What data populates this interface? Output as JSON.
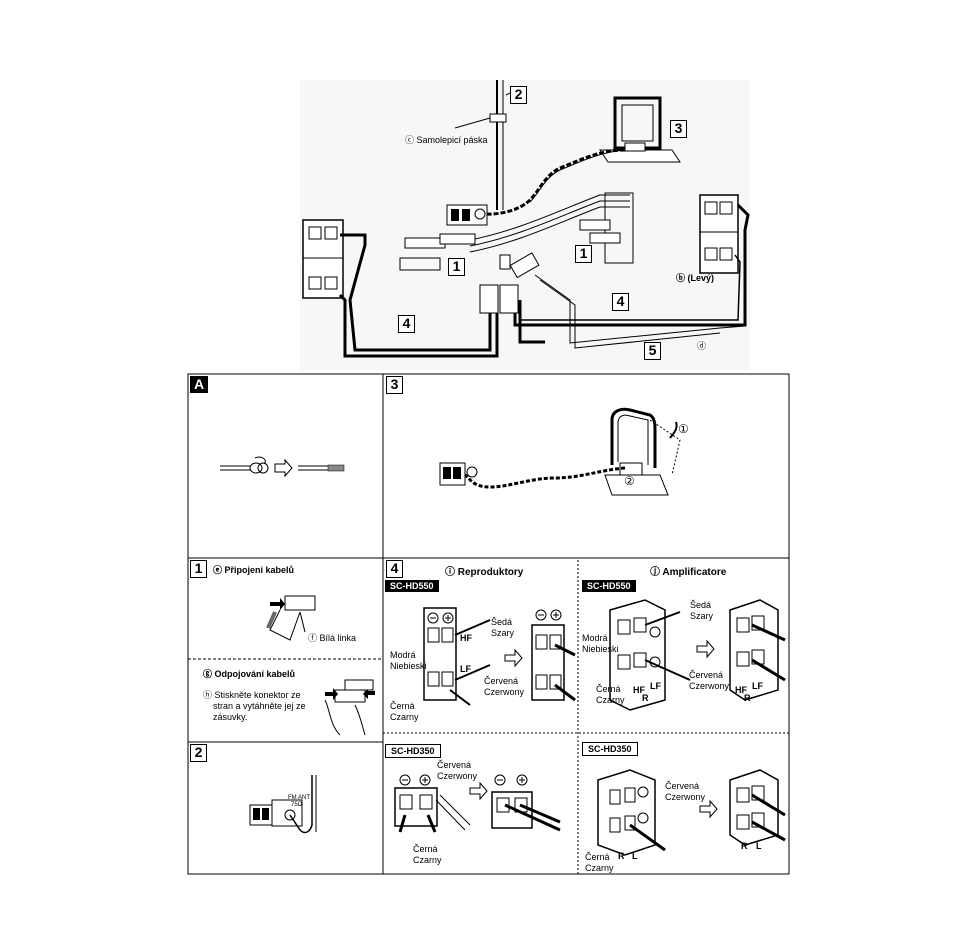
{
  "overview": {
    "label_tape": "ⓒ Samolepicí páska",
    "label_left": "ⓑ (Levý)",
    "label_d": "ⓓ",
    "callouts": [
      "1",
      "1",
      "2",
      "3",
      "4",
      "4",
      "5"
    ]
  },
  "panels": {
    "a": {
      "num": "A"
    },
    "p3": {
      "num": "3",
      "step1": "①",
      "step2": "②"
    },
    "p1": {
      "num": "1",
      "connect_title": "ⓔ Připojení kabelů",
      "white_line": "ⓕ Bílá linka",
      "disconnect_title": "ⓖ Odpojování kabelů",
      "instruction_l1": "ⓗ Stiskněte konektor ze",
      "instruction_l2": "stran a vytáhněte jej ze",
      "instruction_l3": "zásuvky."
    },
    "p2": {
      "num": "2",
      "fm_ant": "FM ANT",
      "ohm": "75Ω"
    },
    "p4": {
      "num": "4",
      "speakers_title": "ⓘ Reproduktory",
      "amp_title": "ⓙ Amplificatore",
      "model_550": "SC-HD550",
      "model_350": "SC-HD350",
      "seda": "Šedá",
      "szary": "Szary",
      "modra": "Modrá",
      "niebieski": "Niebieski",
      "cervena": "Červená",
      "czerwony": "Czerwony",
      "cerna": "Černá",
      "czarny": "Czarny",
      "hf": "HF",
      "lf": "LF",
      "r": "R",
      "l": "L"
    }
  }
}
